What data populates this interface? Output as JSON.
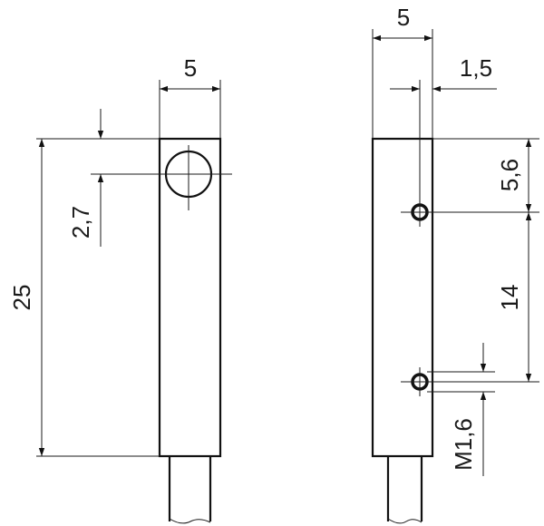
{
  "views": {
    "front": {
      "width_label": "5",
      "hole_offset_label": "2,7",
      "length_label": "25"
    },
    "side": {
      "width_label": "5",
      "hole_depth_label": "1,5",
      "hole1_offset_label": "5,6",
      "hole_spacing_label": "14",
      "thread_label": "M1,6"
    }
  },
  "colors": {
    "line": "#111111",
    "background": "#ffffff"
  }
}
